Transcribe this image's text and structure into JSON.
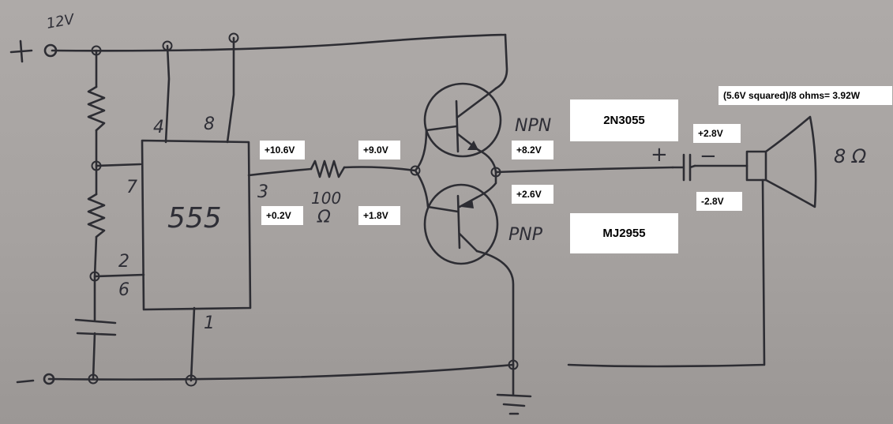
{
  "handwritten": {
    "supply_voltage": "12V",
    "plus_sign": "+",
    "minus_sign": "−",
    "chip_label": "555",
    "pin_4": "4",
    "pin_8": "8",
    "pin_7": "7",
    "pin_3": "3",
    "pin_2": "2",
    "pin_6": "6",
    "pin_1": "1",
    "resistor_value": "100",
    "ohm_symbol": "Ω",
    "npn_label": "NPN",
    "pnp_label": "PNP",
    "cap_plus": "+",
    "cap_minus": "−",
    "speaker_impedance": "8 Ω"
  },
  "annotations": {
    "pin3_high": "+10.6V",
    "pin3_low": "+0.2V",
    "base_high": "+9.0V",
    "base_low": "+1.8V",
    "emitter_high": "+8.2V",
    "emitter_low": "+2.6V",
    "npn_part": "2N3055",
    "pnp_part": "MJ2955",
    "speaker_high": "+2.8V",
    "speaker_low": "-2.8V",
    "power_calc": "(5.6V squared)/8 ohms= 3.92W"
  },
  "colors": {
    "paper": "#a8a4a2",
    "ink": "#2d2d33",
    "label_bg": "#ffffff"
  }
}
